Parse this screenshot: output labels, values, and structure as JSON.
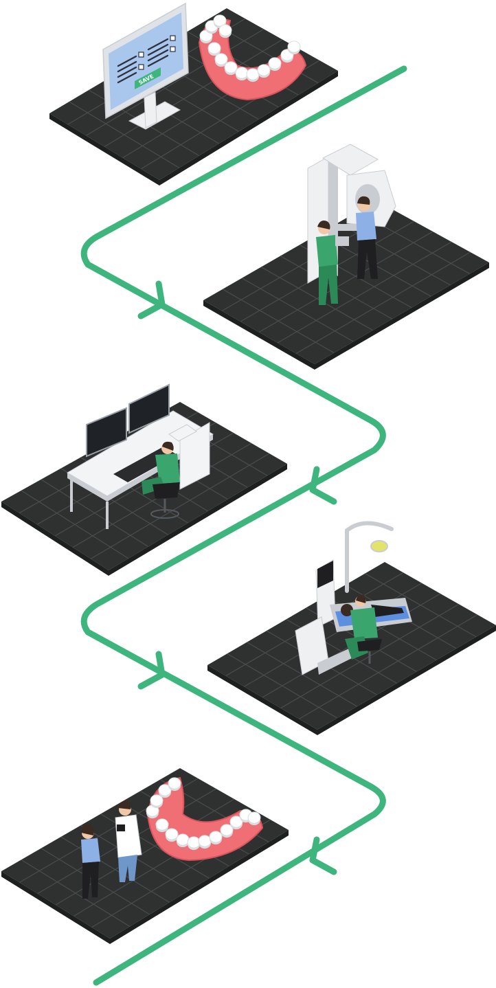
{
  "colors": {
    "path": "#3db57c",
    "floor": "#2f3131",
    "floor_side": "#1e2020",
    "grid": "#4a4d4d",
    "gum": "#ef6f74",
    "gum_dark": "#d9555b",
    "tooth": "#ffffff",
    "tooth_shade": "#d8dde0",
    "screen": "#a9c6ec",
    "scrub": "#3aa66e",
    "scrub_dark": "#2b8a58",
    "machine": "#eef0f2",
    "machine_shade": "#c9cdd2",
    "desk": "#f2f4f6",
    "skin": "#f1c7a6",
    "hair": "#3a2a22",
    "shirt_blue": "#8db1e6",
    "pants_dark": "#1f1f22",
    "coat": "#ffffff",
    "jeans": "#6f97c9",
    "lamp": "#e3e36b"
  },
  "monitor": {
    "button_label": "SAVE"
  },
  "steps": [
    {
      "id": "planning",
      "scene": "monitor-and-denture"
    },
    {
      "id": "imaging",
      "scene": "ct-scanner"
    },
    {
      "id": "design",
      "scene": "design-workstation"
    },
    {
      "id": "surgery",
      "scene": "dental-chair"
    },
    {
      "id": "result",
      "scene": "doctor-patient-denture"
    }
  ],
  "icons": [
    "checkbox-icon",
    "arrow-chevron-icon",
    "tooth-icon"
  ]
}
